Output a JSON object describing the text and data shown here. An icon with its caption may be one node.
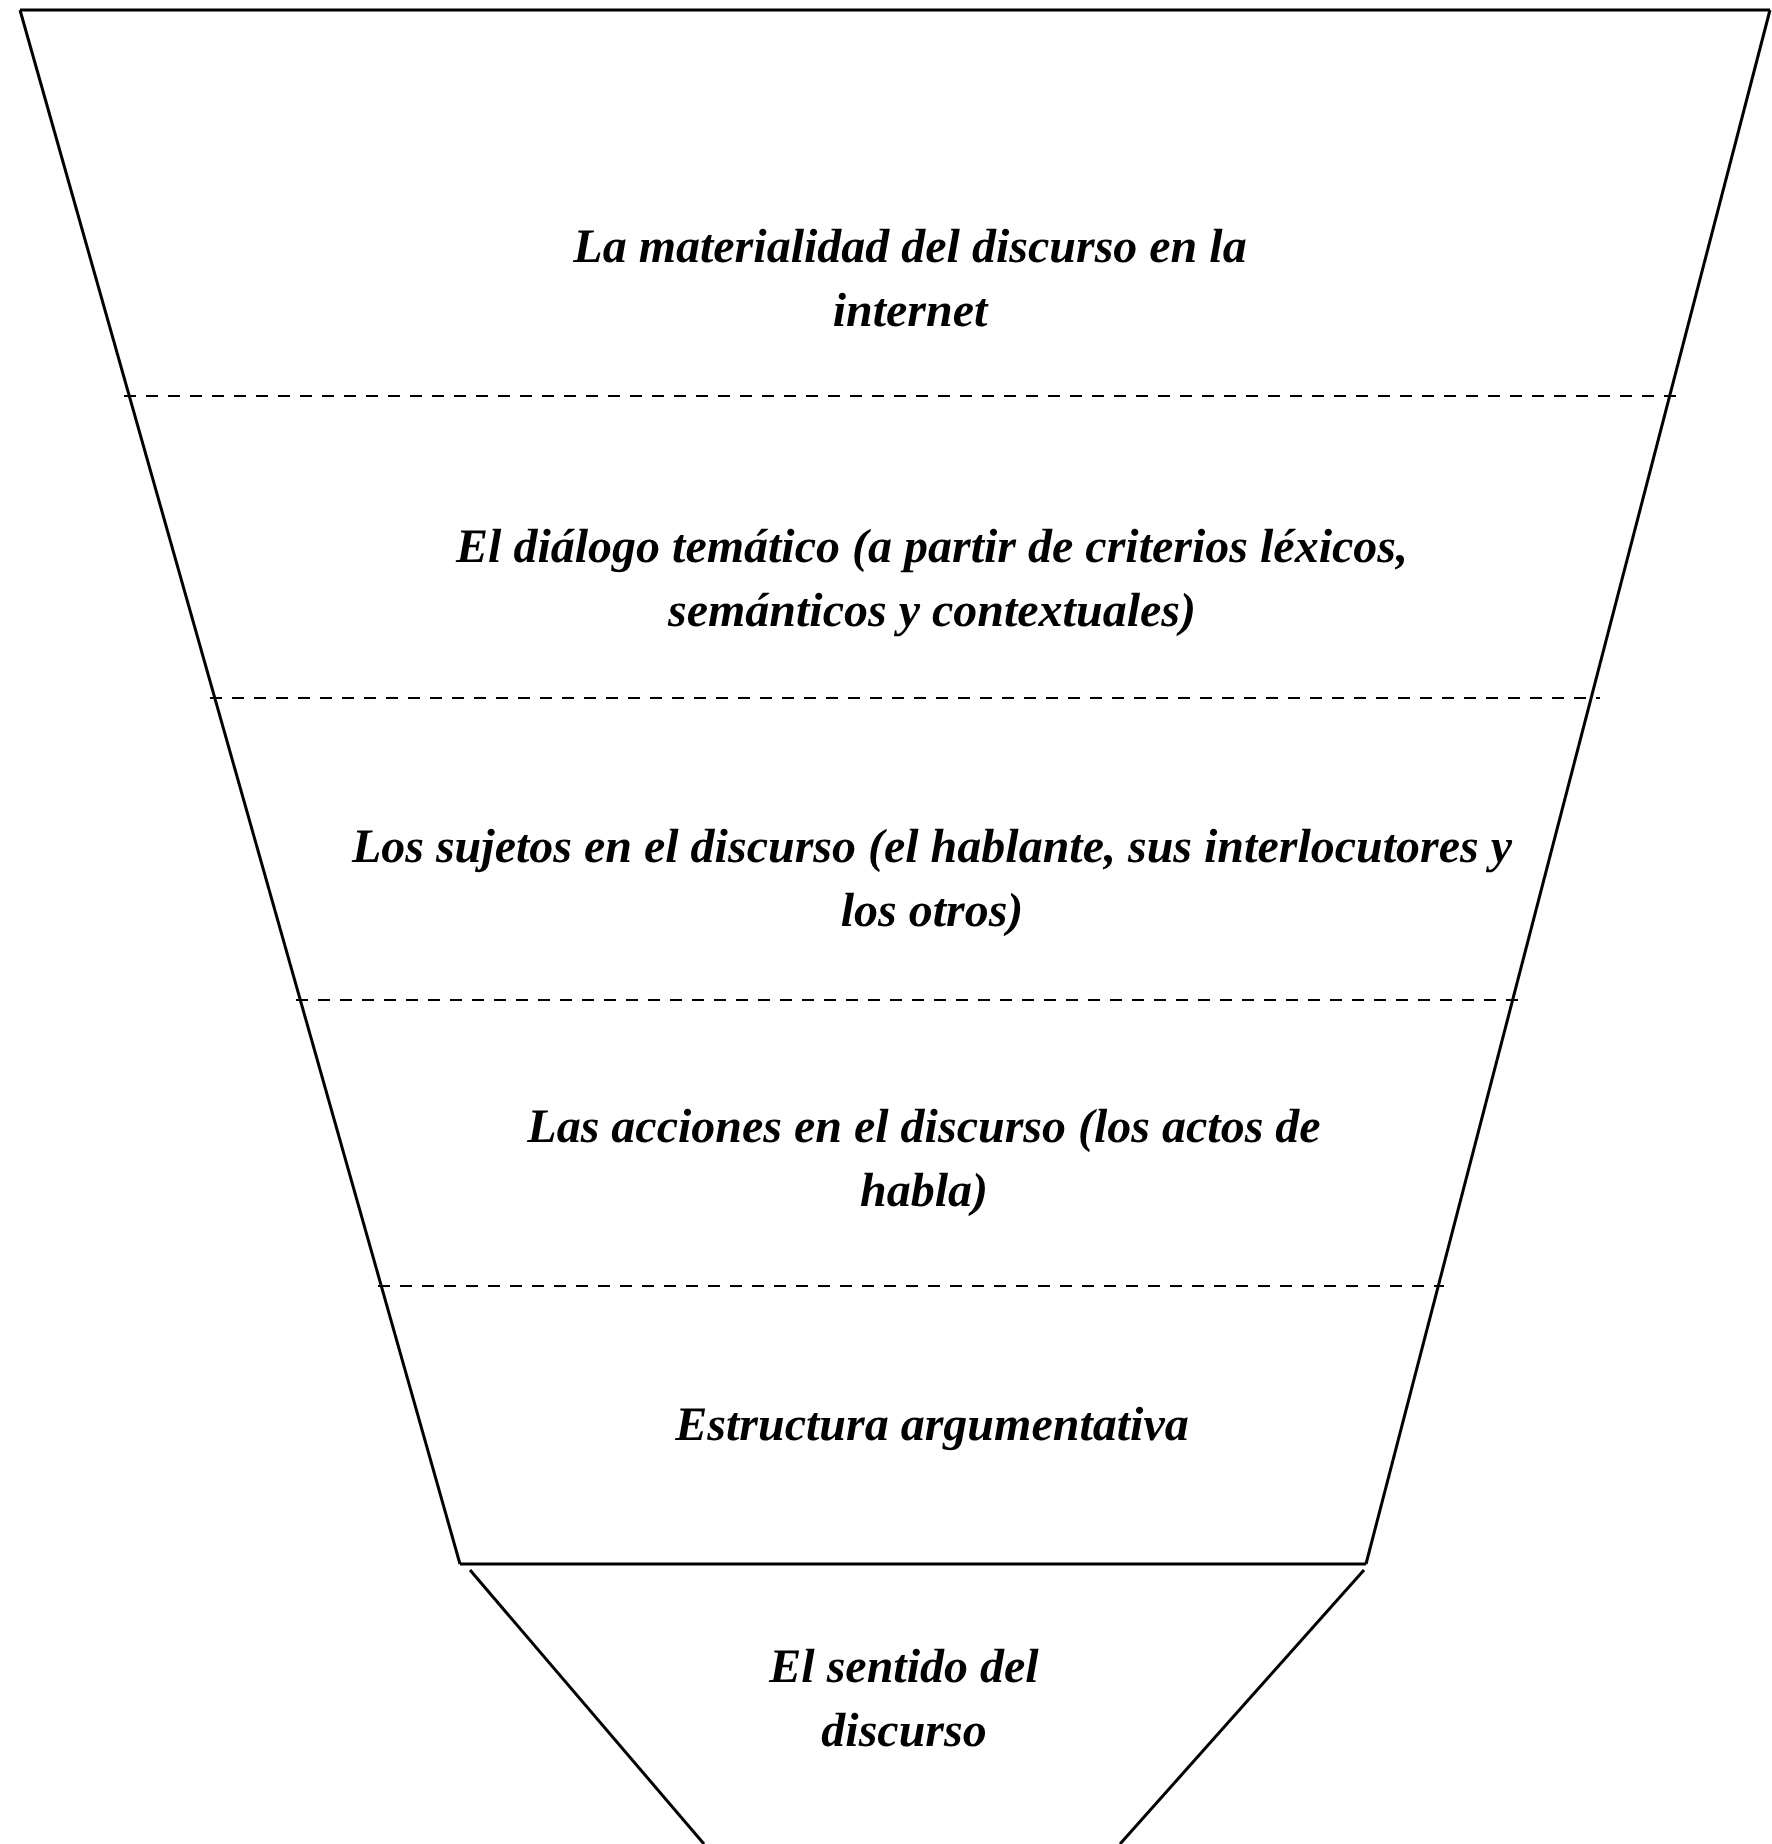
{
  "diagram": {
    "nodes": [
      {
        "text": [
          "La materialidad del discurso en la internet"
        ]
      },
      {
        "text": [
          "El diálogo temático (a partir de criterios léxicos, semánticos y contextuales)"
        ]
      },
      {
        "text": [
          "Los sujetos en el discurso (el hablante, sus interlocutores y los otros)"
        ]
      },
      {
        "text": [
          "Las acciones en el discurso (los actos de habla)"
        ]
      },
      {
        "text": [
          "Estructura argumentativa"
        ]
      },
      {
        "text": [
          "El sentido del discurso"
        ]
      }
    ]
  }
}
